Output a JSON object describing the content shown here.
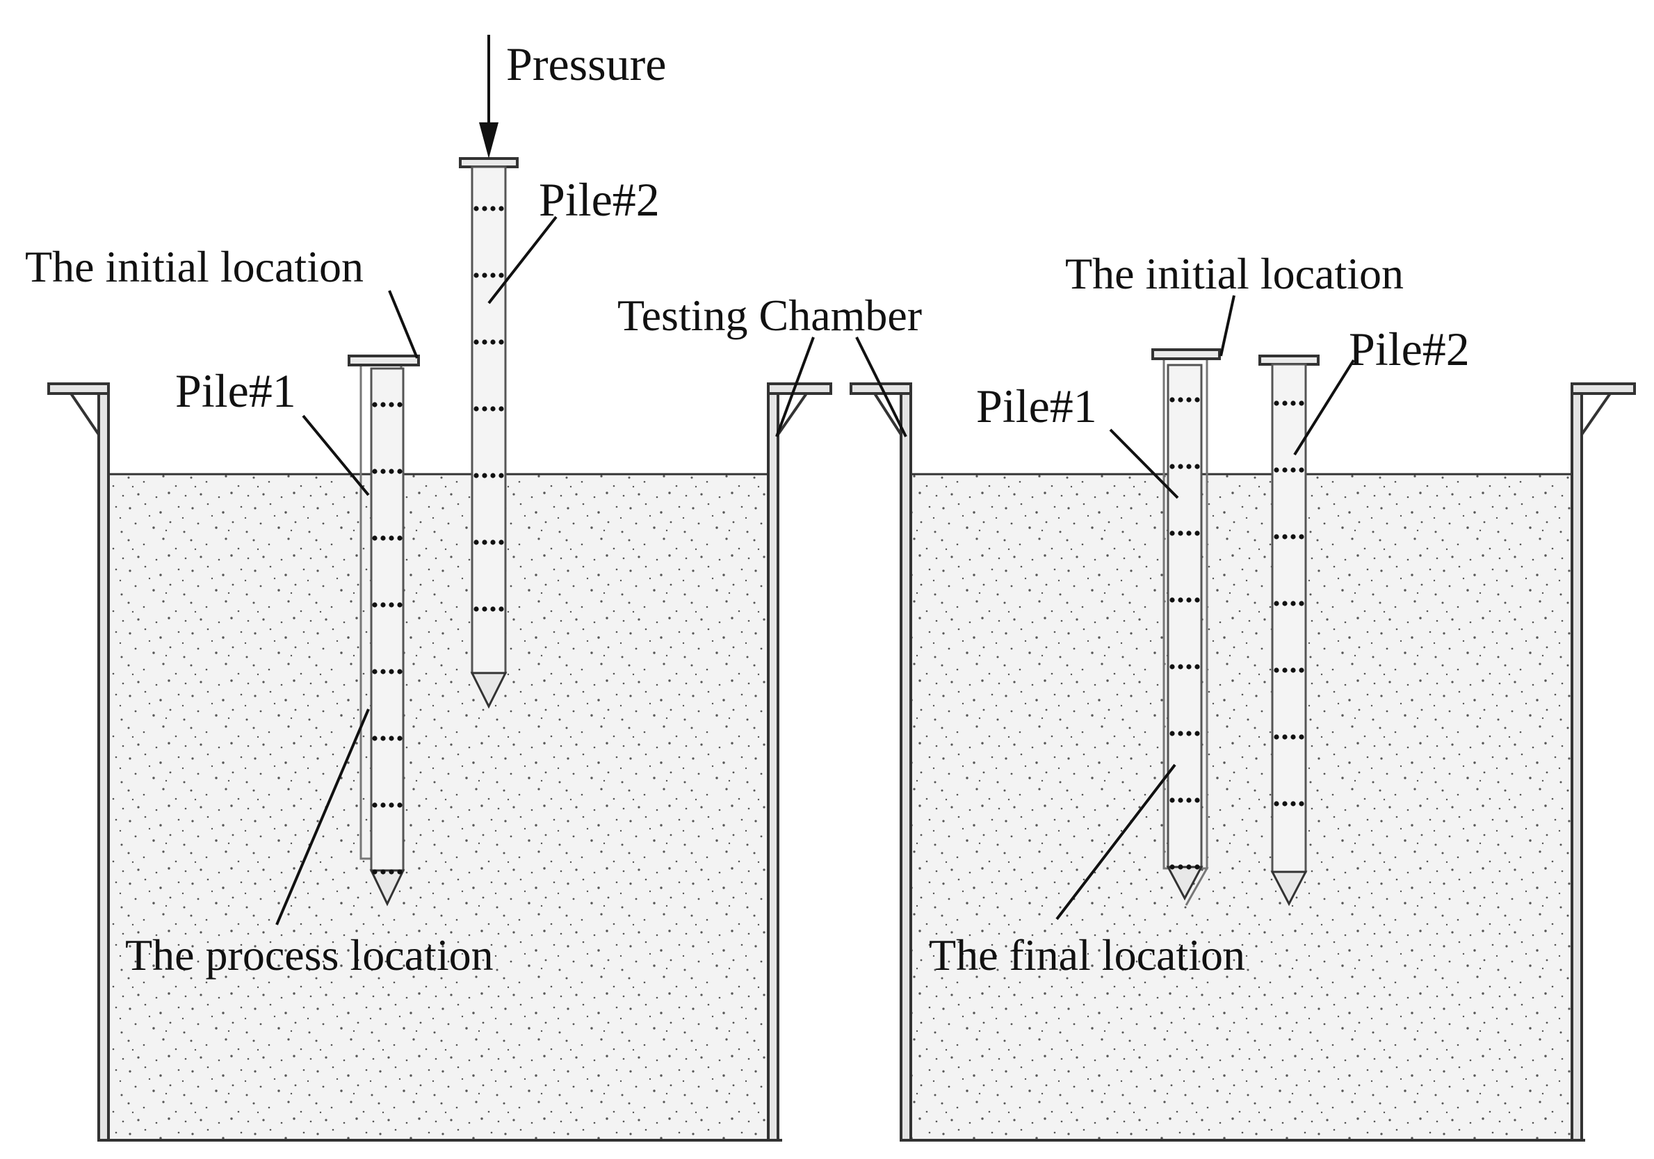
{
  "labels": {
    "pressure": "Pressure",
    "pile2_left": "Pile#2",
    "initial_left": "The initial location",
    "pile1_left": "Pile#1",
    "testing_chamber": "Testing Chamber",
    "process_location": "The process location",
    "initial_right": "The initial location",
    "pile1_right": "Pile#1",
    "pile2_right": "Pile#2",
    "final_location": "The final location"
  },
  "colors": {
    "soil_fill": "#f3f3f3",
    "soil_dots": "#555555",
    "outline": "#333333",
    "gauge_dot": "#111111"
  }
}
